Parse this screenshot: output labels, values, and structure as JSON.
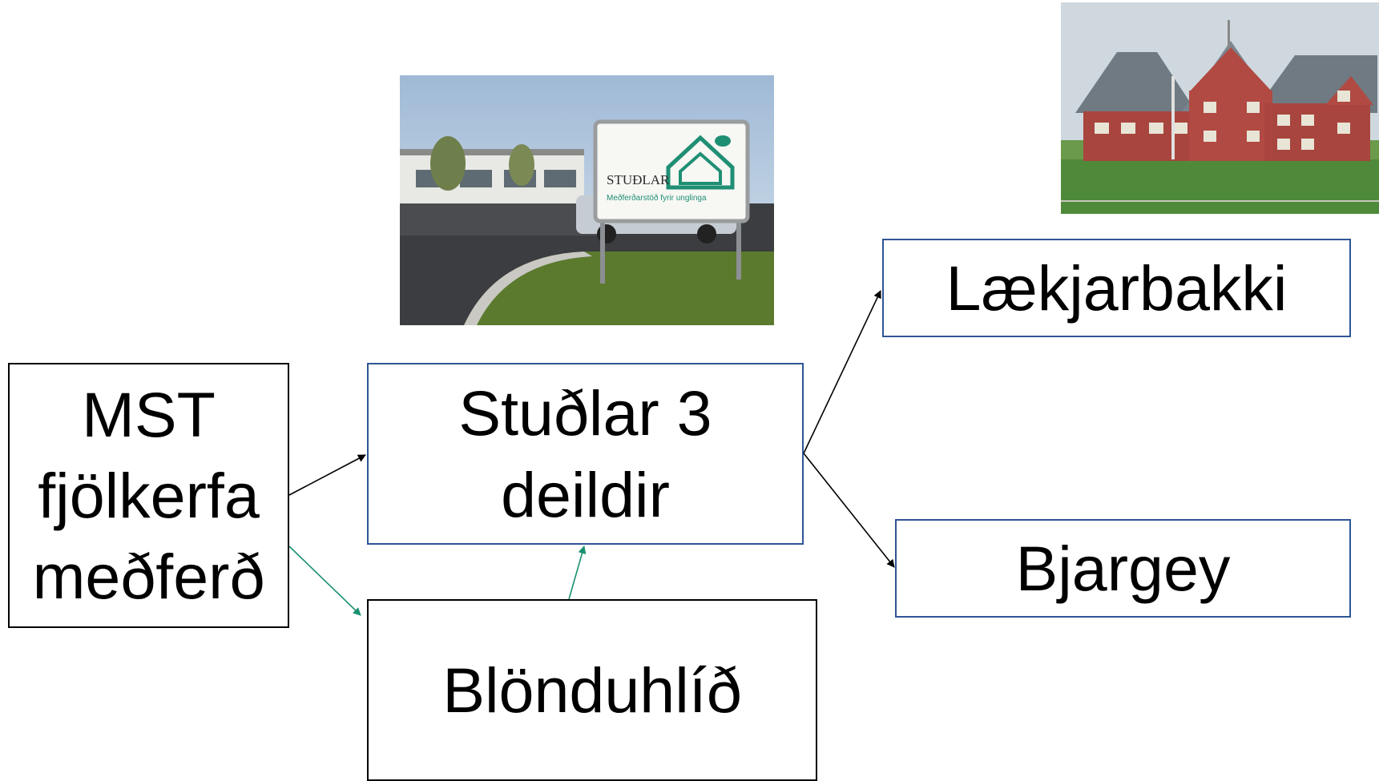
{
  "boxes": {
    "mst": {
      "lines": [
        "MST",
        "fjölkerfa",
        "meðferð"
      ]
    },
    "studlar": {
      "lines": [
        "Stuðlar 3",
        "deildir"
      ]
    },
    "blonduhlid": {
      "label": "Blönduhlíð"
    },
    "laekjarbakki": {
      "label": "Lækjarbakki"
    },
    "bjargey": {
      "label": "Bjargey"
    }
  },
  "photos": {
    "studlar_sign": {
      "sign_title": "STUÐLAR",
      "sign_subtitle": "Meðferðarstöð fyrir unglinga"
    },
    "house": {}
  },
  "colors": {
    "black_arrow": "#000000",
    "green_arrow": "#1a9070",
    "blue_border": "#2f5597"
  }
}
